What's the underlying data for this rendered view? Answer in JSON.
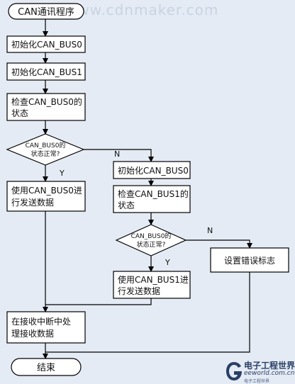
{
  "watermark": "www.cdnmaker.com",
  "nodes": {
    "start": "CAN通讯程序",
    "init_bus0": "初始化CAN_BUS0",
    "init_bus1": "初始化CAN_BUS1",
    "check_bus0": [
      "检查CAN_BUS0的",
      "状态"
    ],
    "dec_bus0": [
      "CAN_BUS0的",
      "状态正常?"
    ],
    "use_bus0": [
      "使用CAN_BUS0进",
      "行发送数据"
    ],
    "init_bus0_b": "初始化CAN_BUS0",
    "check_bus1": [
      "检查CAN_BUS1的",
      "状态"
    ],
    "dec_bus1": [
      "CAN_BUS0的",
      "状态正常?"
    ],
    "use_bus1": [
      "使用CAN_BUS1进",
      "行发送数据"
    ],
    "set_error": "设置错误标志",
    "receive": [
      "在接收中断中处",
      "理接收数据"
    ],
    "end": "结束"
  },
  "branch_labels": {
    "yes": "Y",
    "no": "N"
  },
  "logo": {
    "cn": "电子工程世界",
    "en": "eeworld.com.cn",
    "sub": "电子工程世界"
  },
  "colors": {
    "fill": "#ffffff",
    "stroke": "#000000",
    "background": "#e4ebf4"
  }
}
